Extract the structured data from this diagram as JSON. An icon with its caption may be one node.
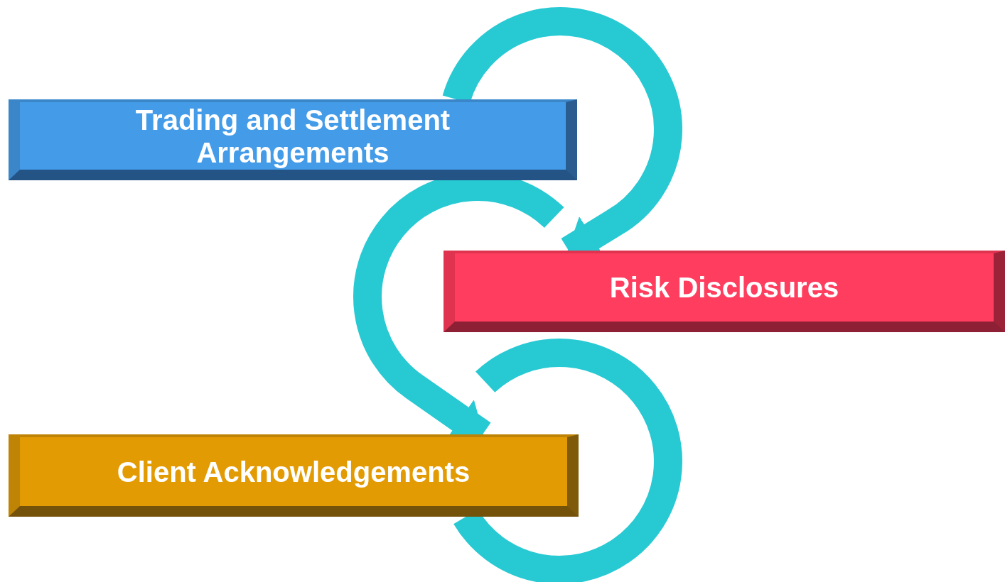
{
  "diagram": {
    "nodes": [
      {
        "text": [
          "Trading and Settlement Arrangements"
        ]
      },
      {
        "text": [
          "Risk Disclosures"
        ]
      },
      {
        "text": [
          "Client Acknowledgements"
        ]
      }
    ],
    "edges": [
      {
        "from": 0,
        "to": 1,
        "arrow": "to"
      },
      {
        "from": null,
        "to": 2,
        "arrow": "to"
      },
      {
        "from": 2,
        "to": null,
        "arrow": "none"
      }
    ]
  }
}
